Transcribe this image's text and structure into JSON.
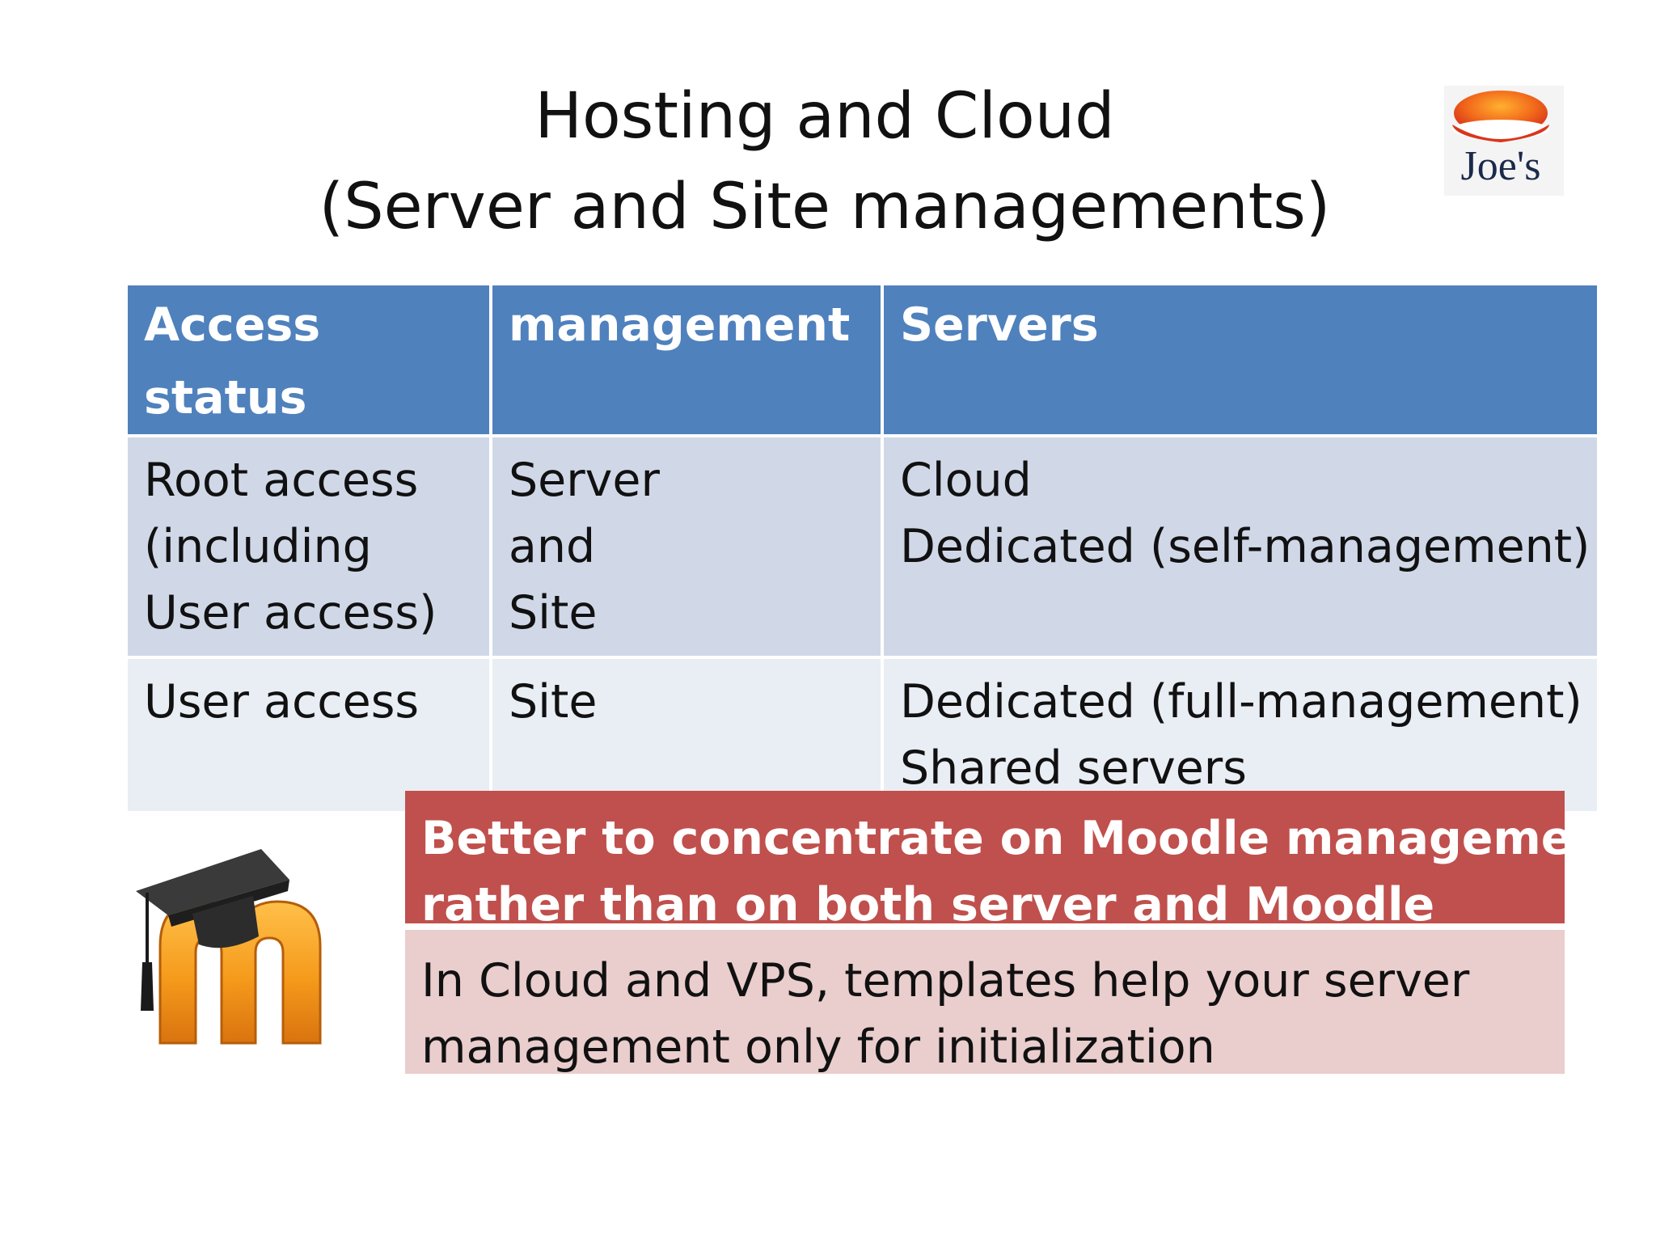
{
  "slide": {
    "title_line1": "Hosting and Cloud",
    "title_line2": "(Server and Site managements)",
    "logo_text": "Joe's"
  },
  "table": {
    "headers": [
      "Access status",
      "management",
      "Servers"
    ],
    "rows": [
      {
        "access": [
          "Root access",
          "(including",
          "User access)"
        ],
        "management": [
          "Server",
          "and",
          "Site"
        ],
        "servers": [
          "Cloud",
          "Dedicated (self-management)"
        ]
      },
      {
        "access": [
          "User access"
        ],
        "management": [
          "Site"
        ],
        "servers": [
          "Dedicated (full-management)",
          "Shared servers"
        ]
      }
    ]
  },
  "callout": {
    "heading": [
      "Better to concentrate on Moodle management",
      "rather than on both server and Moodle"
    ],
    "body": [
      "In Cloud and VPS, templates help your server",
      "management only for initialization"
    ]
  },
  "colors": {
    "header_blue": "#4f81bd",
    "row_dark": "#d0d8e8",
    "row_light": "#e9edf4",
    "callout_red": "#c0504d",
    "callout_pink": "#eacdcd",
    "moodle_orange": "#f59a1b"
  },
  "icons": {
    "joes_logo": "joes-logo",
    "moodle_logo": "moodle-logo"
  }
}
